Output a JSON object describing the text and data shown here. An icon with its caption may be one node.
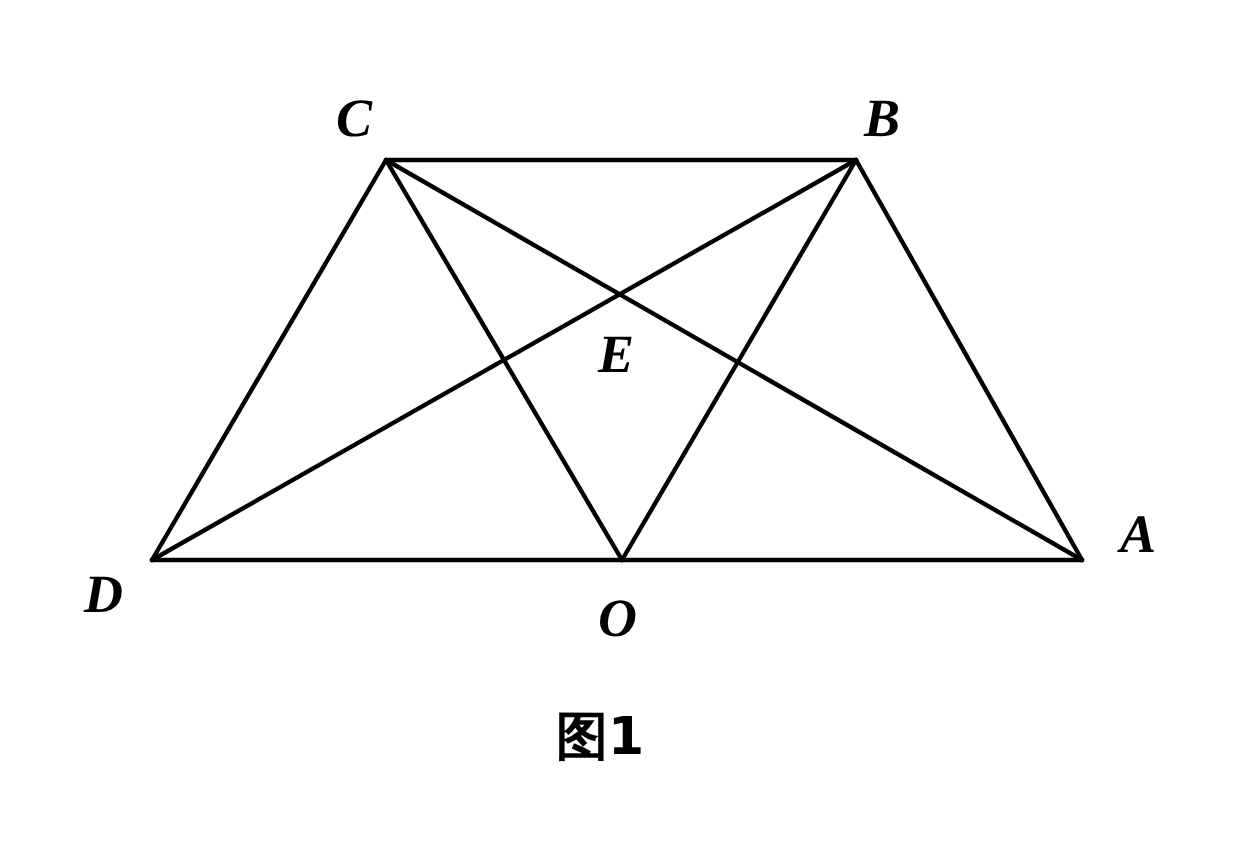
{
  "diagram": {
    "caption": "图1",
    "labels": [
      "C",
      "B",
      "E",
      "D",
      "O",
      "A"
    ]
  }
}
